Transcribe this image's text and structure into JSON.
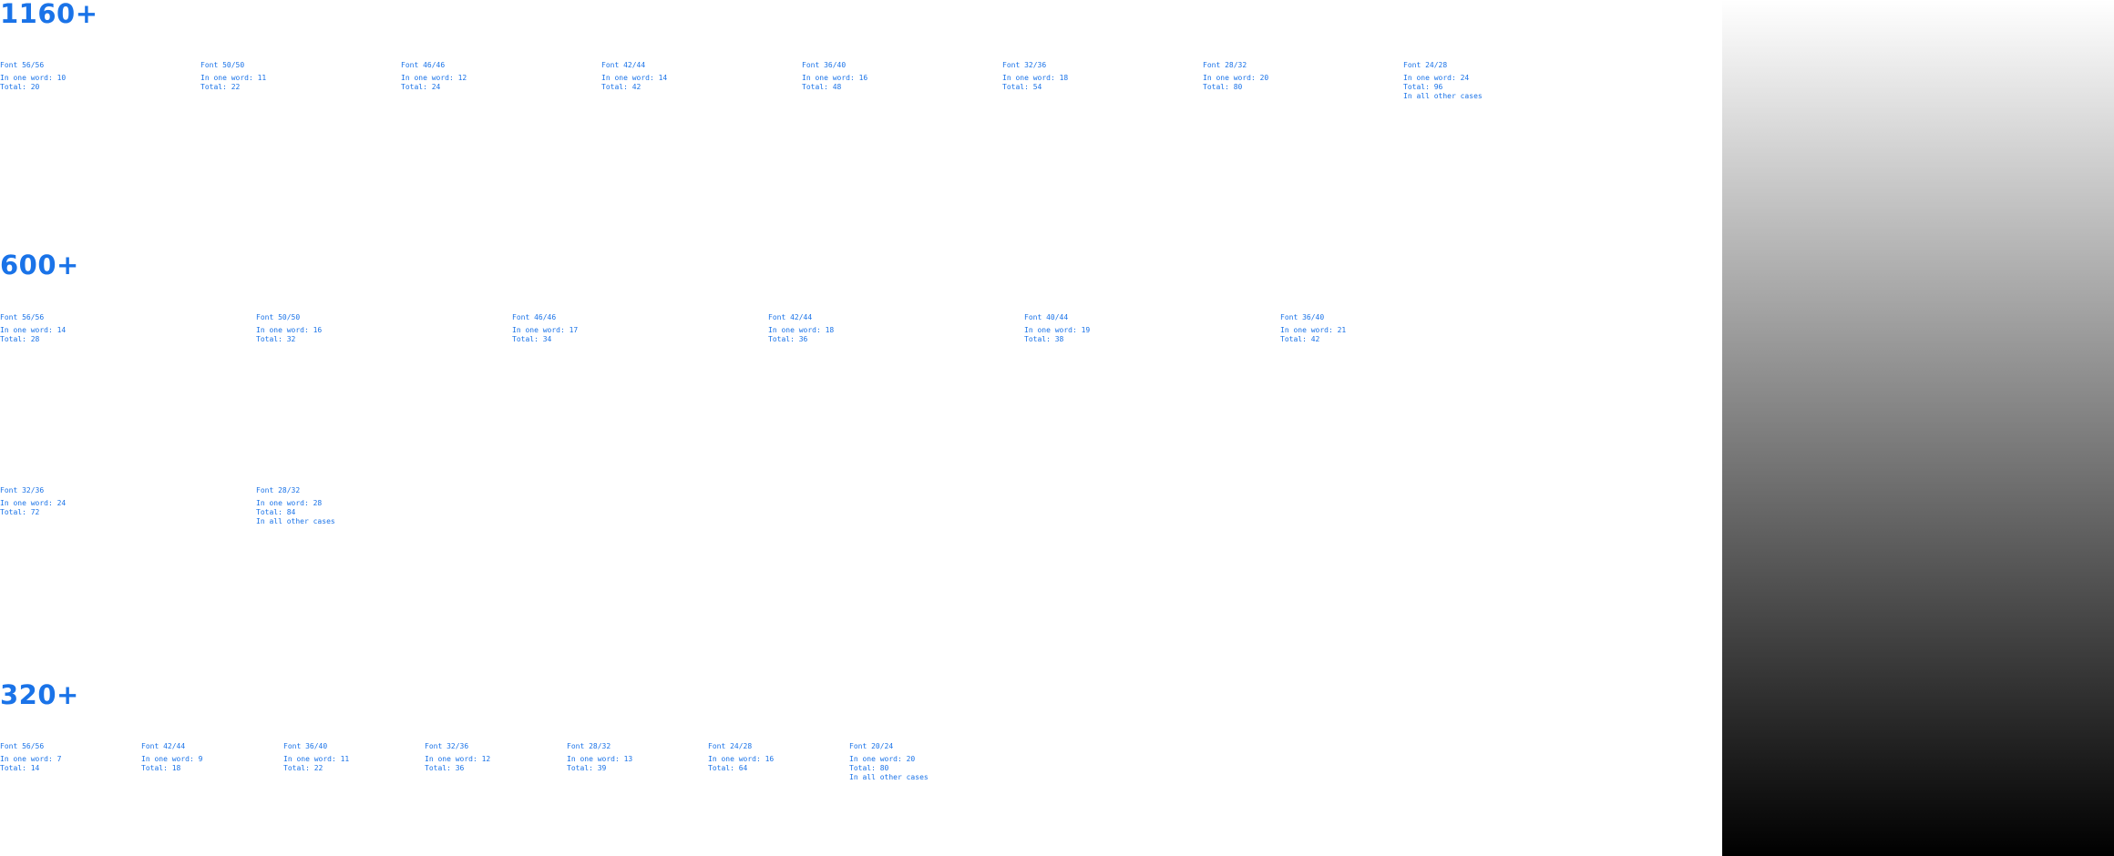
{
  "colors": {
    "accent": "#1a73e8",
    "background": "#ffffff",
    "gradient_top": "#ffffff",
    "gradient_bottom": "#000000"
  },
  "sections": [
    {
      "title": "1160+",
      "rows": [
        [
          {
            "font": "Font 56/56",
            "word": "In one word: 10",
            "total": "Total: 20",
            "extra": ""
          },
          {
            "font": "Font 50/50",
            "word": "In one word: 11",
            "total": "Total: 22",
            "extra": ""
          },
          {
            "font": "Font 46/46",
            "word": "In one word: 12",
            "total": "Total: 24",
            "extra": ""
          },
          {
            "font": "Font 42/44",
            "word": "In one word: 14",
            "total": "Total: 42",
            "extra": ""
          },
          {
            "font": "Font 36/40",
            "word": "In one word: 16",
            "total": "Total: 48",
            "extra": ""
          },
          {
            "font": "Font 32/36",
            "word": "In one word: 18",
            "total": "Total: 54",
            "extra": ""
          },
          {
            "font": "Font 28/32",
            "word": "In one word: 20",
            "total": "Total: 80",
            "extra": ""
          },
          {
            "font": "Font 24/28",
            "word": "In one word: 24",
            "total": "Total: 96",
            "extra": "In all other cases"
          }
        ]
      ]
    },
    {
      "title": "600+",
      "rows": [
        [
          {
            "font": "Font 56/56",
            "word": "In one word: 14",
            "total": "Total: 28",
            "extra": ""
          },
          {
            "font": "Font 50/50",
            "word": "In one word: 16",
            "total": "Total: 32",
            "extra": ""
          },
          {
            "font": "Font 46/46",
            "word": "In one word: 17",
            "total": "Total: 34",
            "extra": ""
          },
          {
            "font": "Font 42/44",
            "word": "In one word: 18",
            "total": "Total: 36",
            "extra": ""
          },
          {
            "font": "Font 40/44",
            "word": "In one word: 19",
            "total": "Total: 38",
            "extra": ""
          },
          {
            "font": "Font 36/40",
            "word": "In one word: 21",
            "total": "Total: 42",
            "extra": ""
          }
        ],
        [
          {
            "font": "Font 32/36",
            "word": "In one word: 24",
            "total": "Total: 72",
            "extra": ""
          },
          {
            "font": "Font 28/32",
            "word": "In one word: 28",
            "total": "Total: 84",
            "extra": "In all other cases"
          }
        ]
      ]
    },
    {
      "title": "320+",
      "rows": [
        [
          {
            "font": "Font 56/56",
            "word": "In one word: 7",
            "total": "Total: 14",
            "extra": ""
          },
          {
            "font": "Font 42/44",
            "word": "In one word: 9",
            "total": "Total: 18",
            "extra": ""
          },
          {
            "font": "Font 36/40",
            "word": "In one word: 11",
            "total": "Total: 22",
            "extra": ""
          },
          {
            "font": "Font 32/36",
            "word": "In one word: 12",
            "total": "Total: 36",
            "extra": ""
          },
          {
            "font": "Font 28/32",
            "word": "In one word: 13",
            "total": "Total: 39",
            "extra": ""
          },
          {
            "font": "Font 24/28",
            "word": "In one word: 16",
            "total": "Total: 64",
            "extra": ""
          },
          {
            "font": "Font 20/24",
            "word": "In one word: 20",
            "total": "Total: 80",
            "extra": "In all other cases"
          }
        ]
      ]
    }
  ]
}
